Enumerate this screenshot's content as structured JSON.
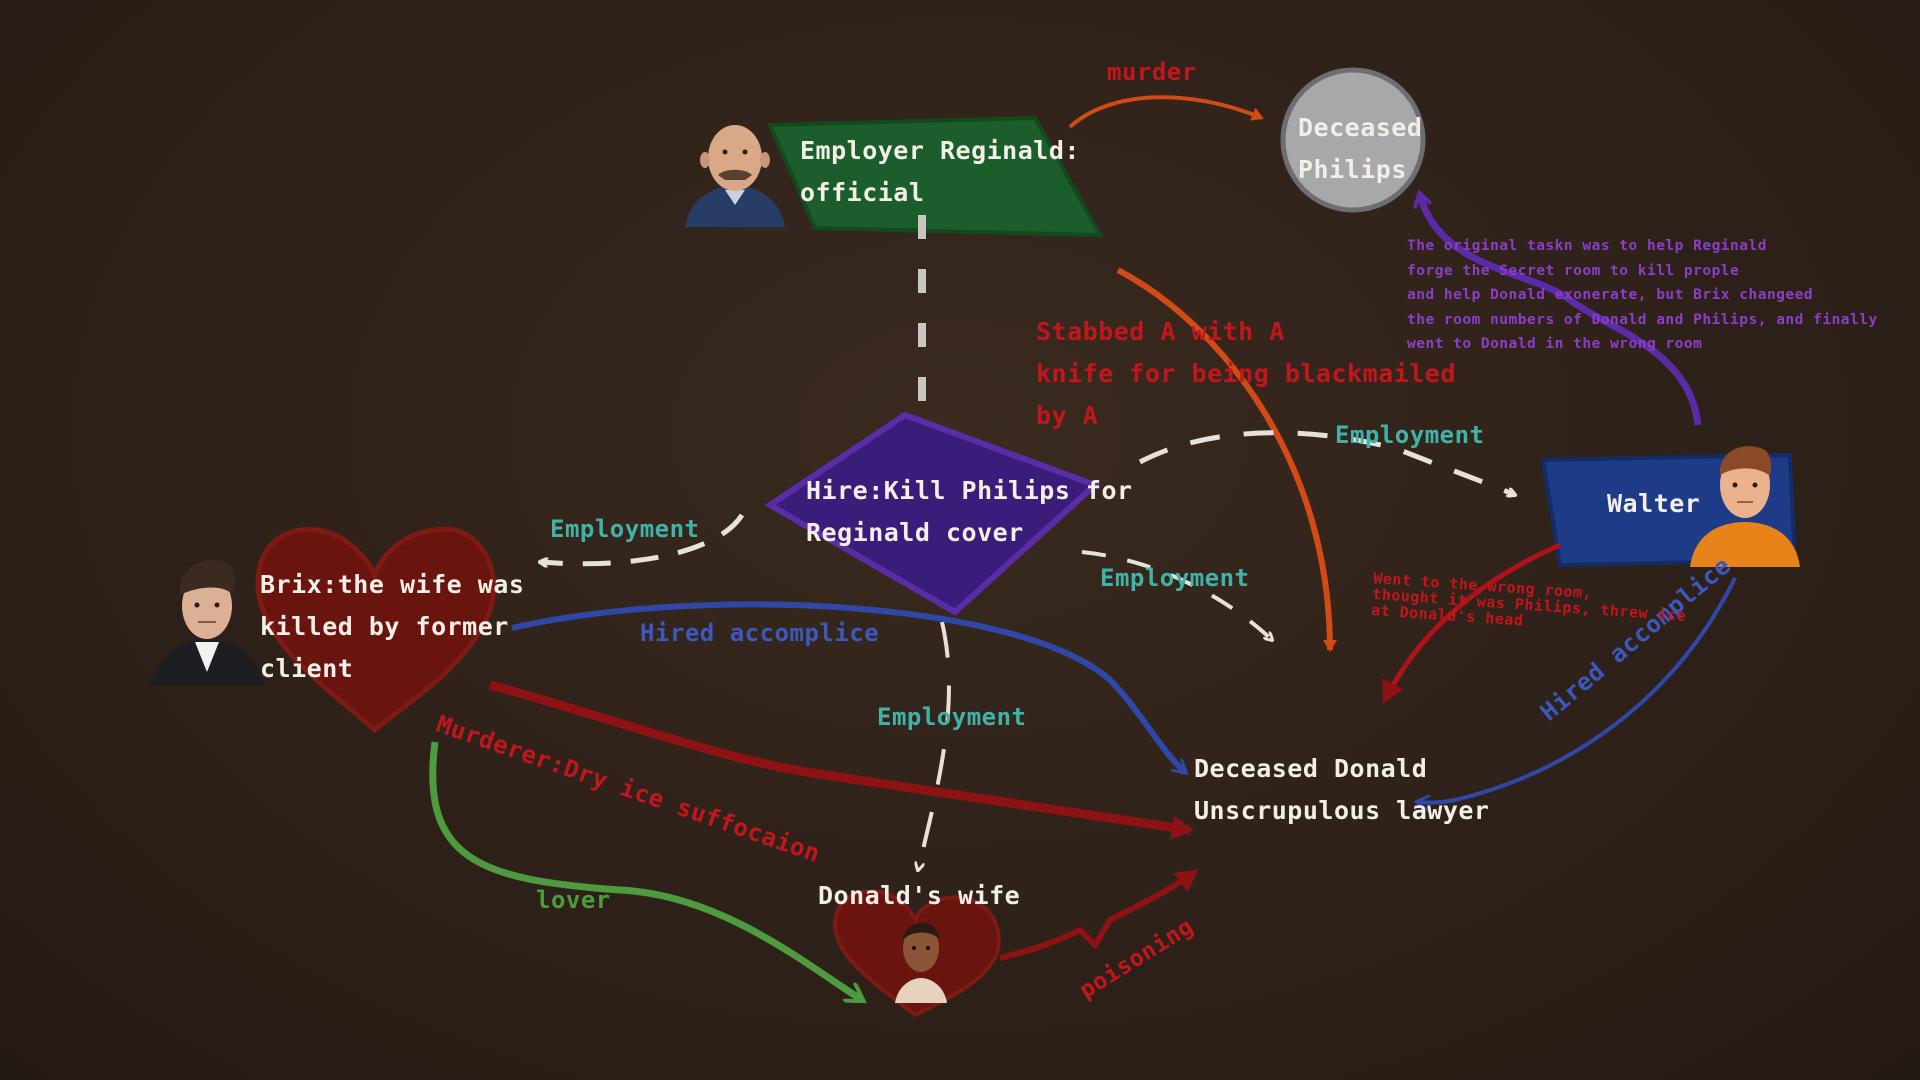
{
  "colors": {
    "background": "#2e2119",
    "teal": "#3fb3a8",
    "blue": "#3c58c0",
    "red": "#c2161c",
    "orange": "#d24a16",
    "green": "#4e9a3e",
    "purple": "#8c3ec9",
    "node_green": "#1b5e2b",
    "node_purple": "#3a1c7a",
    "node_blue": "#1d3b86",
    "node_grey": "#a8a8aa",
    "node_heart": "#6a1410"
  },
  "nodes": {
    "reginald": {
      "line1": "Employer Reginald:",
      "line2": "official",
      "portrait": "bald-mustached-man-portrait"
    },
    "philips": {
      "line1": "Deceased",
      "line2": "Philips"
    },
    "hire": {
      "line1": "Hire:Kill Philips for",
      "line2": "Reginald cover"
    },
    "brix": {
      "line1": "Brix:the wife was",
      "line2": "killed by former",
      "line3": "client",
      "portrait": "dark-haired-man-portrait"
    },
    "walter": {
      "label": "Walter",
      "portrait": "orange-jumpsuit-man-portrait"
    },
    "donald": {
      "line1": "Deceased Donald",
      "line2": "Unscrupulous lawyer"
    },
    "donalds_wife": {
      "label": "Donald's wife",
      "portrait": "woman-portrait"
    }
  },
  "relations": {
    "murder": "murder",
    "stabbed": {
      "line1": "Stabbed A with A",
      "line2": "knife for being blackmailed",
      "line3": "by A"
    },
    "employment_left": "Employment",
    "employment_walter": "Employment",
    "employment_right": "Employment",
    "employment_down": "Employment",
    "hired_accomplice_brix": "Hired accomplice",
    "hired_accomplice_walter": "Hired accomplice",
    "murderer": "Murderer:Dry ice suffocaion",
    "lover": "lover",
    "poisoning": "poisoning",
    "wrong_room": {
      "line1": "Went to the wrong room,",
      "line2": "thought it was Philips, threw ice",
      "line3": "at Donald's head"
    }
  },
  "note": {
    "line1": "The original taskn was to help Reginald",
    "line2": "forge the Secret room to kill prople",
    "line3": "and help Donald exonerate, but Brix changeed",
    "line4": "the room numbers of Donald and Philips, and finally",
    "line5": "went to Donald in the wrong room"
  }
}
